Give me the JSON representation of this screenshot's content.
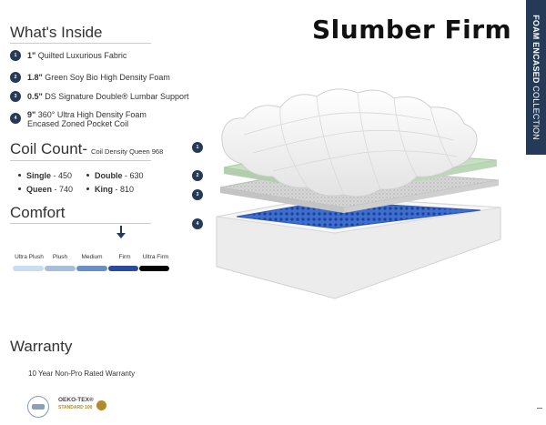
{
  "product_title": "Slumber Firm",
  "side_tab": {
    "bold": "FOAM ENCASED",
    "regular": " COLLECTION"
  },
  "whats_inside": {
    "heading": "What's Inside",
    "items": [
      {
        "num": "1",
        "bold": "1\"",
        "text": " Quilted Luxurious Fabric"
      },
      {
        "num": "2",
        "bold": "1.8\"",
        "text": " Green Soy Bio High Density Foam"
      },
      {
        "num": "3",
        "bold": "0.5\"",
        "text": " DS Signature Double® Lumbar Support"
      },
      {
        "num": "4",
        "bold": "9\"",
        "text": " 360° Ultra High Density Foam",
        "text2": "Encased Zoned Pocket Coil"
      }
    ]
  },
  "coil_count": {
    "heading": "Coil Count-",
    "sub": "Coil Density Queen 968",
    "items": [
      {
        "bold": "Single",
        "value": " - 450"
      },
      {
        "bold": "Double",
        "value": " - 630"
      },
      {
        "bold": "Queen",
        "value": " - 740"
      },
      {
        "bold": "King",
        "value": " - 810"
      }
    ]
  },
  "comfort": {
    "heading": "Comfort",
    "arrow": "🡓",
    "selected": "Firm",
    "scale": [
      {
        "label": "Ultra Plush",
        "color": "#c9dcf1"
      },
      {
        "label": "Plush",
        "color": "#a8bfd9"
      },
      {
        "label": "Medium",
        "color": "#6b8fc2"
      },
      {
        "label": "Firm",
        "color": "#2b4a9a"
      },
      {
        "label": "Ultra Firm",
        "color": "#050505"
      }
    ]
  },
  "layers": [
    "1",
    "2",
    "3",
    "4"
  ],
  "warranty": {
    "heading": "Warranty",
    "text": "10 Year Non-Pro Rated Warranty"
  },
  "certs": {
    "oeko_title": "OEKO-TEX®",
    "oeko_sub": "STANDARD 100"
  },
  "colors": {
    "navy": "#243a57",
    "foam_green": "#c7dfc3",
    "coil_blue": "#3d6fd0"
  }
}
